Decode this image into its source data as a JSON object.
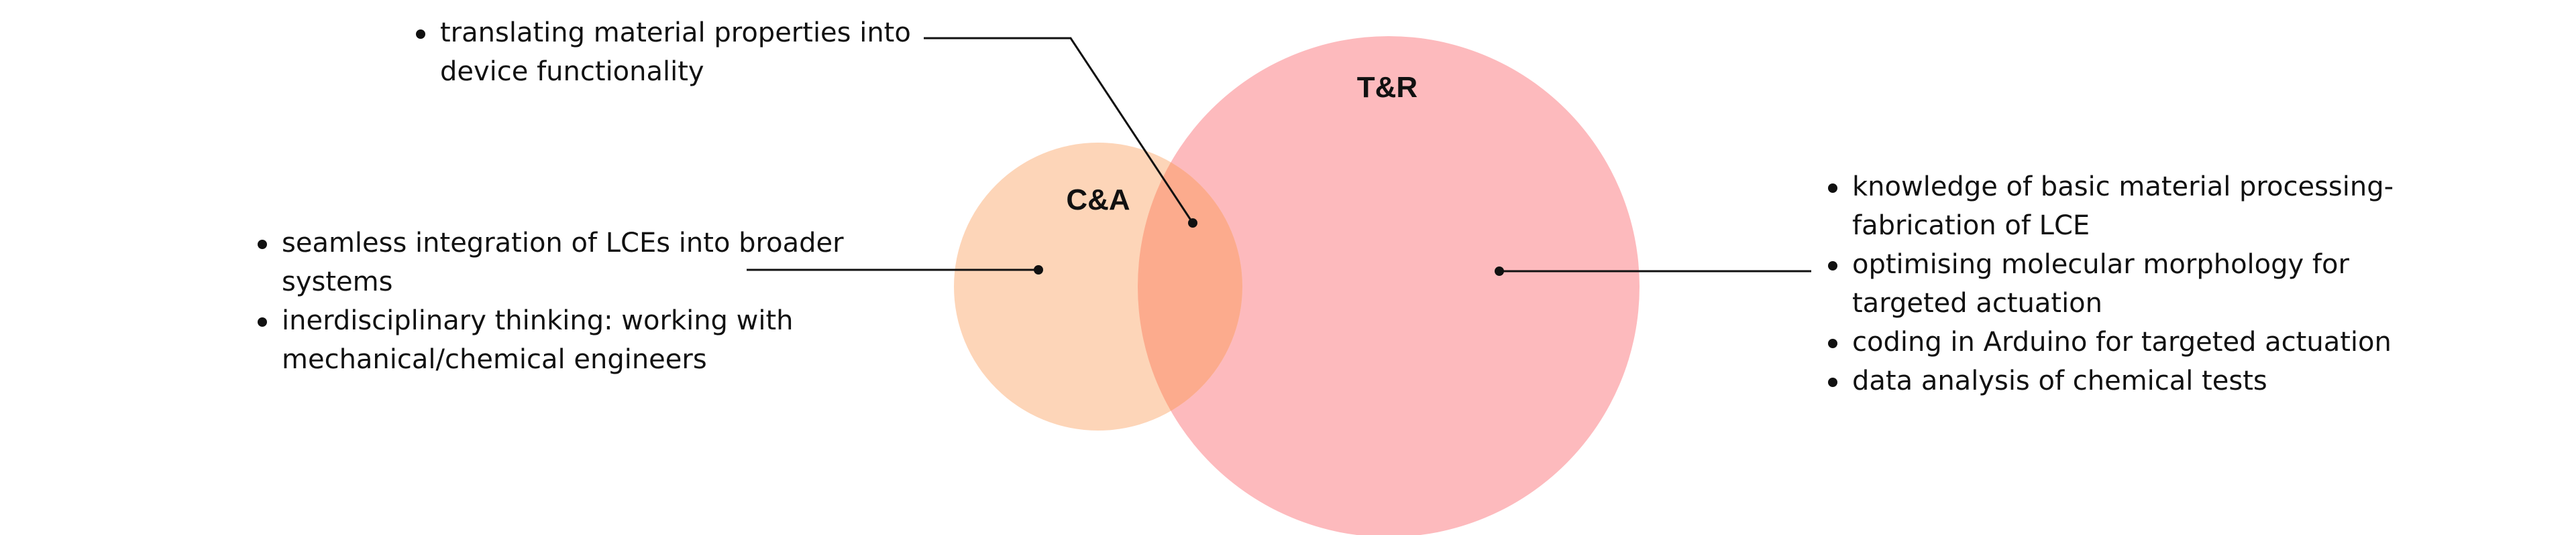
{
  "colors": {
    "ca_circle": "#fdd5b8",
    "tr_circle": "#fdbabd",
    "overlap": "#fcab8d",
    "text": "#111111"
  },
  "sets": {
    "ca": {
      "label": "C&A"
    },
    "tr": {
      "label": "T&R"
    }
  },
  "annotations": {
    "top": {
      "region": "intersection",
      "items": [
        "translating material properties into device functionality"
      ]
    },
    "left": {
      "region": "C&A",
      "items": [
        "seamless integration of LCEs into broader systems",
        "inerdisciplinary thinking: working with mechanical/chemical engineers"
      ]
    },
    "right": {
      "region": "T&R",
      "items": [
        "knowledge of basic material processing- fabrication of LCE",
        "optimising molecular morphology for targeted actuation",
        "coding in Arduino for targeted actuation",
        "data analysis of chemical tests"
      ]
    }
  }
}
